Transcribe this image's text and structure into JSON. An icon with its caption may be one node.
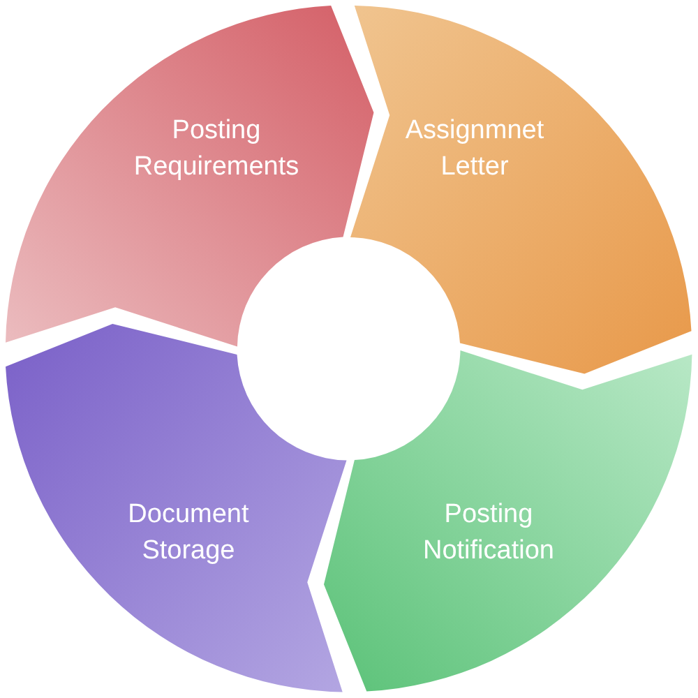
{
  "diagram": {
    "nodes": [
      {
        "text": [
          "Posting Requirements"
        ]
      },
      {
        "text": [
          "Assignmnet Letter"
        ]
      },
      {
        "text": [
          "Posting Notification"
        ]
      },
      {
        "text": [
          "Document Storage"
        ]
      }
    ]
  }
}
